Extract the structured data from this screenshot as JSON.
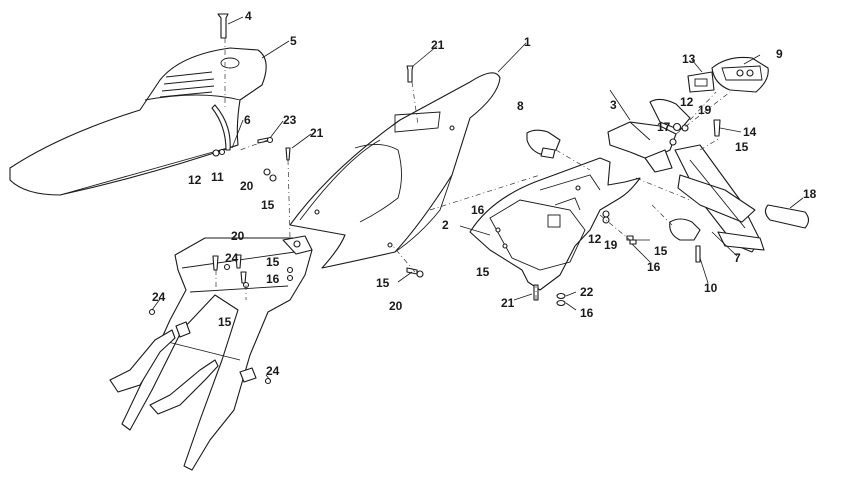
{
  "labels": {
    "l4": "4",
    "l5": "5",
    "l6": "6",
    "l23": "23",
    "l21a": "21",
    "l12a": "12",
    "l11": "11",
    "l20a": "20",
    "l15a": "15",
    "l1": "1",
    "l21b": "21",
    "l8": "8",
    "l3": "3",
    "l13": "13",
    "l9": "9",
    "l12b": "12",
    "l19a": "19",
    "l17": "17",
    "l14": "14",
    "l15b": "15",
    "l18": "18",
    "l2": "2",
    "l16a": "16",
    "l15c": "15",
    "l12c": "12",
    "l19b": "19",
    "l15d": "15",
    "l16b": "16",
    "l7": "7",
    "l10": "10",
    "l21c": "21",
    "l22": "22",
    "l16c": "16",
    "l20b": "20",
    "l24a": "24",
    "l15e": "15",
    "l16d": "16",
    "l15f": "15",
    "l15g": "15",
    "l20c": "20",
    "l24b": "24",
    "l24c": "24"
  }
}
